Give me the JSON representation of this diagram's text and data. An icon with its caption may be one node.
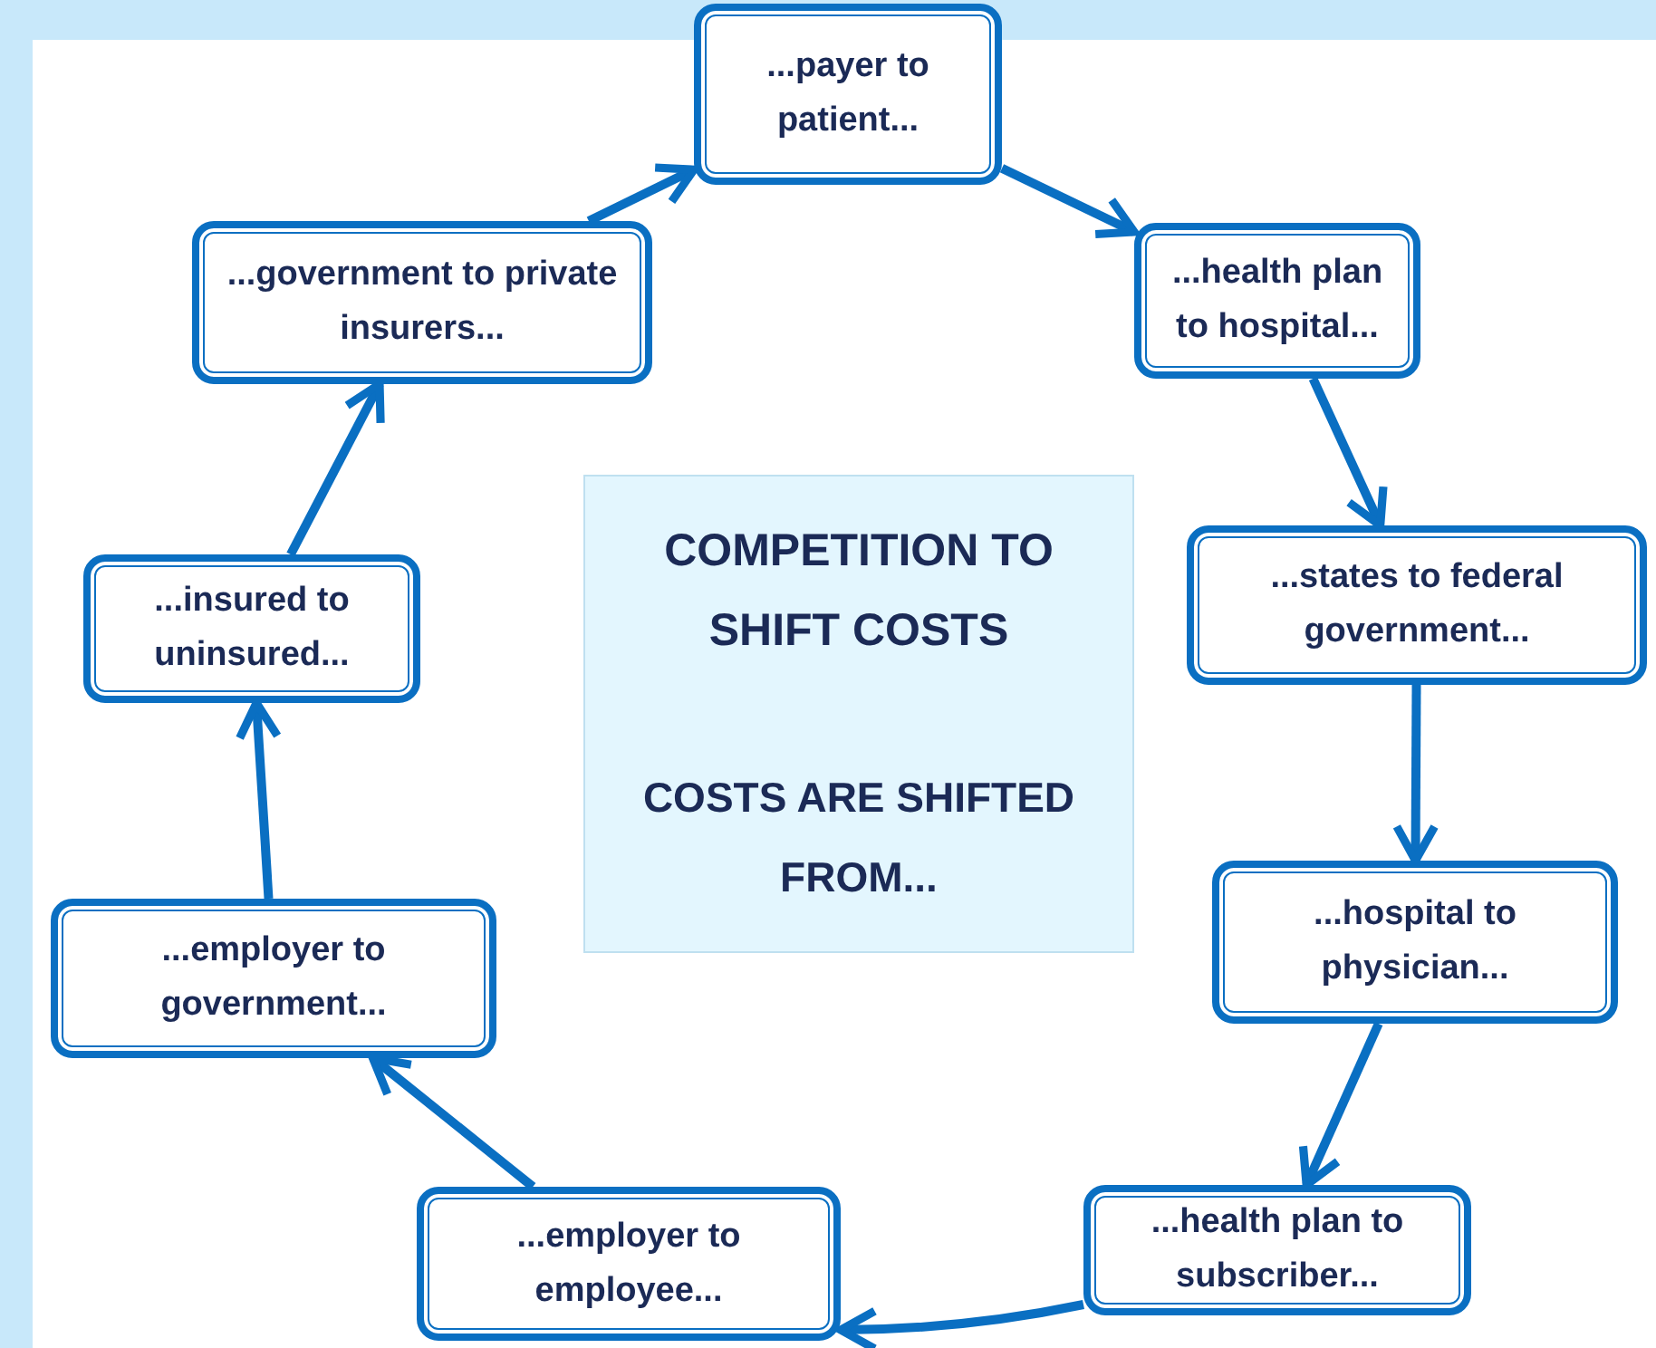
{
  "diagram": {
    "nodes": [
      {
        "text": [
          "...payer to patient..."
        ]
      },
      {
        "text": [
          "...health plan to hospital..."
        ]
      },
      {
        "text": [
          "...states to federal government..."
        ]
      },
      {
        "text": [
          "...hospital to physician..."
        ]
      },
      {
        "text": [
          "...health plan to subscriber..."
        ]
      },
      {
        "text": [
          "...employer to employee..."
        ]
      },
      {
        "text": [
          "...employer to government..."
        ]
      },
      {
        "text": [
          "...insured to uninsured..."
        ]
      },
      {
        "text": [
          "...government to private insurers..."
        ]
      },
      {
        "text": [
          "COMPETITION TO SHIFT COSTS",
          "COSTS ARE SHIFTED FROM..."
        ]
      }
    ],
    "edges": [
      {
        "from": 8,
        "to": 0,
        "arrow": "to"
      },
      {
        "from": 0,
        "to": 1,
        "arrow": "to"
      },
      {
        "from": 1,
        "to": 2,
        "arrow": "to"
      },
      {
        "from": 2,
        "to": 3,
        "arrow": "to"
      },
      {
        "from": 3,
        "to": 4,
        "arrow": "to"
      },
      {
        "from": 4,
        "to": 5,
        "arrow": "to"
      },
      {
        "from": 5,
        "to": 6,
        "arrow": "to"
      },
      {
        "from": 6,
        "to": 7,
        "arrow": "to"
      },
      {
        "from": 7,
        "to": 8,
        "arrow": "to"
      }
    ]
  }
}
